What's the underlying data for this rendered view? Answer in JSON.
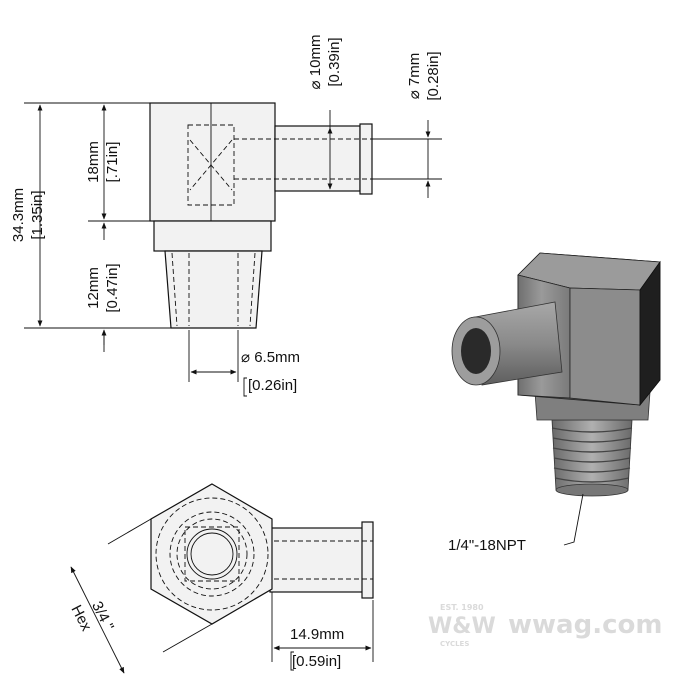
{
  "dimensions": {
    "outer_diameter_mm": "10mm",
    "outer_diameter_in": "[0.39in]",
    "inner_diameter_mm": "7mm",
    "inner_diameter_in": "[0.28in]",
    "overall_height_mm": "34.3mm",
    "overall_height_in": "[1.35in]",
    "body_height_mm": "18mm",
    "body_height_in": "[.71in]",
    "thread_length_mm": "12mm",
    "thread_length_in": "[0.47in]",
    "thread_bore_mm": "6.5mm",
    "thread_bore_in": "[0.26in]",
    "hex_size": "3/4 \"",
    "hex_label": "Hex",
    "spigot_length_mm": "14.9mm",
    "spigot_length_in": "[0.59in]"
  },
  "thread_callout": "1/4\"-18NPT",
  "diameter_symbol": "⌀",
  "watermark": {
    "brand": "W&W",
    "site": "wwag.com",
    "est": "EST. 1980",
    "sub": "CYCLES"
  },
  "colors": {
    "render_body": "#8a8a8a",
    "render_dark": "#1a1a1a",
    "line": "#111111",
    "watermark": "#d6d6d6"
  }
}
